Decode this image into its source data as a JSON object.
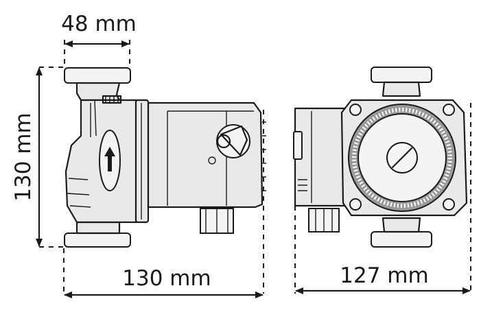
{
  "dimensions": {
    "top_width": "48 mm",
    "left_height": "130 mm",
    "side_length": "130 mm",
    "front_width": "127 mm"
  }
}
